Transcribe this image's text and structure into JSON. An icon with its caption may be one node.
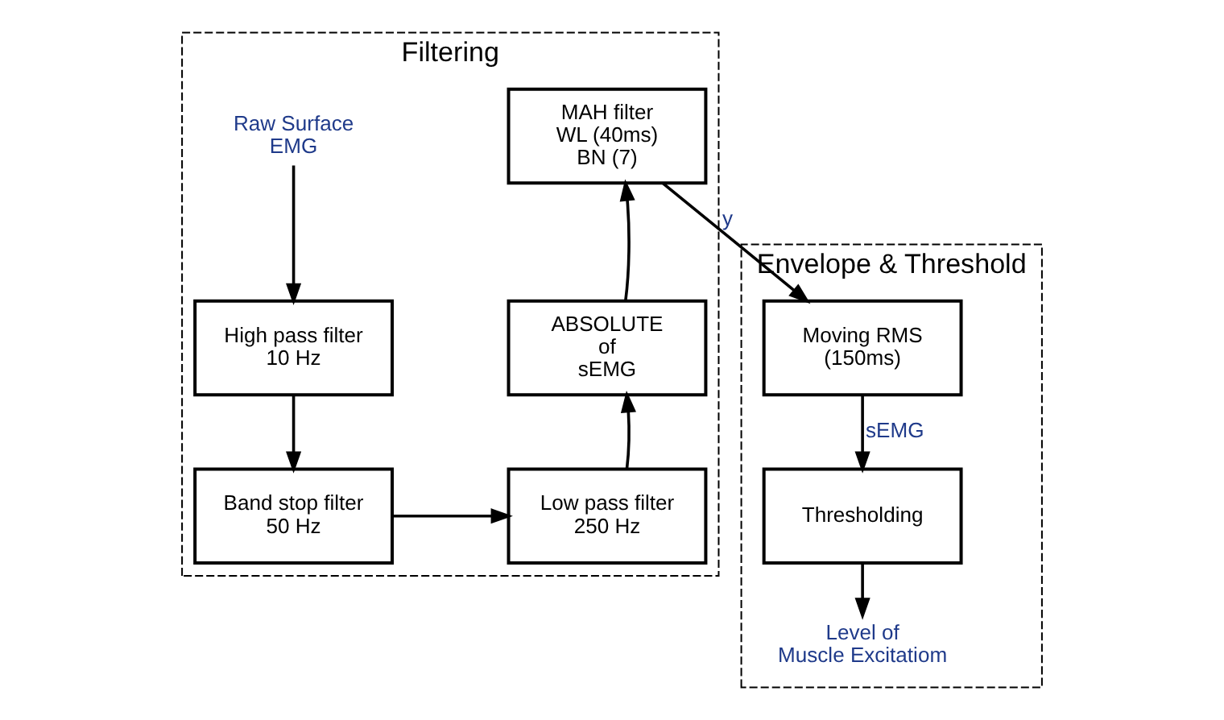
{
  "diagram": {
    "nodes": [
      {
        "text": [
          "Filtering"
        ]
      },
      {
        "text": [
          "Raw Surface EMG"
        ],
        "in": 0
      },
      {
        "text": [
          "High pass filter 10 Hz"
        ],
        "in": 0
      },
      {
        "text": [
          "Band stop filter 50 Hz"
        ],
        "in": 0
      },
      {
        "text": [
          "Low pass filter 250 Hz"
        ],
        "in": 0
      },
      {
        "text": [
          "ABSOLUTE of sEMG"
        ],
        "in": 0
      },
      {
        "text": [
          "MAH filter WL (40ms) BN (7)"
        ],
        "in": 0
      },
      {
        "text": [
          "Envelope & Threshold"
        ]
      },
      {
        "text": [
          "Moving RMS (150ms)"
        ],
        "in": 7
      },
      {
        "text": [
          "Thresholding"
        ],
        "in": 7
      },
      {
        "text": [
          "Level of Muscle Excitatiom"
        ],
        "in": 7
      }
    ],
    "edges": [
      {
        "from": 1,
        "to": 2,
        "arrow": "to"
      },
      {
        "from": 2,
        "to": 3,
        "arrow": "to"
      },
      {
        "from": 3,
        "to": 4,
        "arrow": "to"
      },
      {
        "from": 4,
        "to": 5,
        "arrow": "to"
      },
      {
        "from": 5,
        "to": 6,
        "arrow": "to"
      },
      {
        "from": 6,
        "to": 8,
        "label": "y",
        "arrow": "to"
      },
      {
        "from": 8,
        "to": 9,
        "label": "sEMG",
        "arrow": "to"
      },
      {
        "from": 9,
        "to": 10,
        "arrow": "to"
      }
    ]
  }
}
